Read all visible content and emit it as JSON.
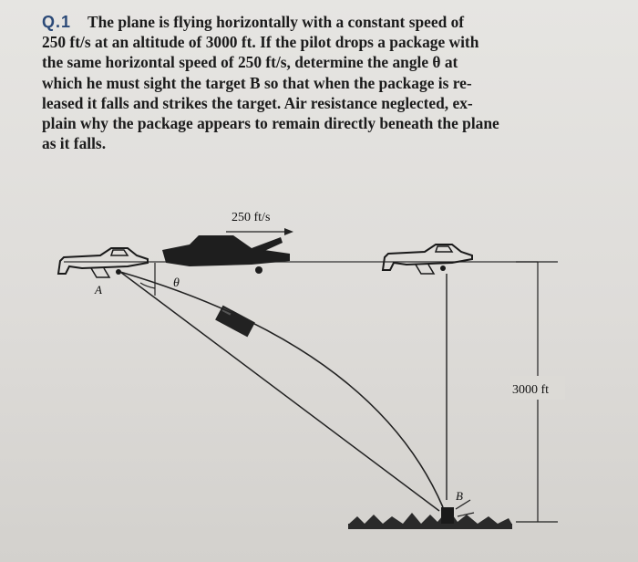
{
  "problem": {
    "number": "Q.1",
    "lines": [
      "The plane is flying horizontally with a constant speed of",
      "250 ft/s at an altitude of 3000 ft. If the pilot drops a package with",
      "the same horizontal speed of 250 ft/s, determine the angle θ at",
      "which he must sight the target B so that when the package is re-",
      "leased it falls and strikes the target. Air resistance neglected, ex-",
      "plain why the package appears to remain directly beneath the plane",
      "as it falls."
    ]
  },
  "figure": {
    "speed_label": "250 ft/s",
    "altitude_label": "3000 ft",
    "point_a_label": "A",
    "point_b_label": "B",
    "angle_label": "θ"
  }
}
